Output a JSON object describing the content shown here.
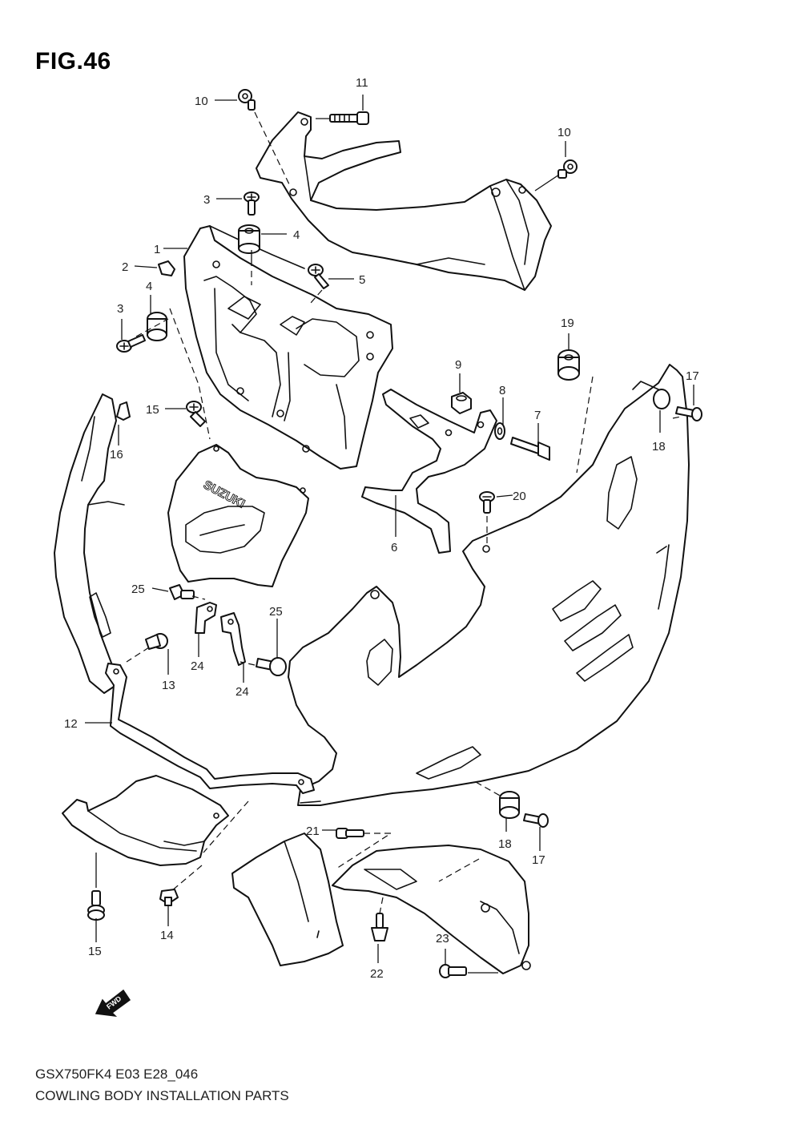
{
  "figure": {
    "title": "FIG.46",
    "model_code": "GSX750FK4 E03 E28_046",
    "caption": "COWLING BODY INSTALLATION PARTS"
  },
  "callouts": {
    "c1": "1",
    "c2": "2",
    "c3a": "3",
    "c3b": "3",
    "c4a": "4",
    "c4b": "4",
    "c5": "5",
    "c6": "6",
    "c7": "7",
    "c8": "8",
    "c9": "9",
    "c10a": "10",
    "c10b": "10",
    "c11": "11",
    "c12": "12",
    "c13": "13",
    "c14": "14",
    "c15a": "15",
    "c15b": "15",
    "c16": "16",
    "c17a": "17",
    "c17b": "17",
    "c18a": "18",
    "c18b": "18",
    "c19": "19",
    "c20": "20",
    "c21": "21",
    "c22": "22",
    "c23": "23",
    "c24a": "24",
    "c24b": "24",
    "c25a": "25",
    "c25b": "25"
  },
  "markings": {
    "brand_logo": "SUZUKI",
    "direction_badge": "FWD"
  }
}
